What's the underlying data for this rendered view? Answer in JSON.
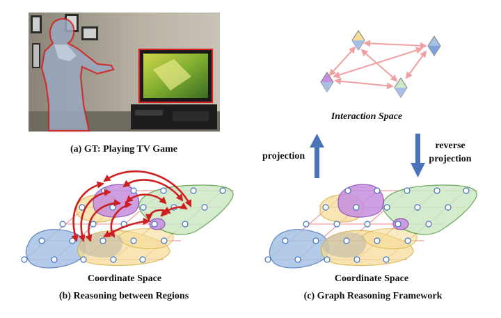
{
  "panel_a": {
    "caption": "(a) GT: Playing TV Game",
    "photo_icon": "person-playing-tv-game-photo"
  },
  "panel_b": {
    "caption": "(b) Reasoning between Regions",
    "space_label": "Coordinate Space"
  },
  "panel_c": {
    "caption": "(c) Graph Reasoning Framework",
    "space_label": "Coordinate Space",
    "interaction_label": "Interaction Space",
    "projection_label": "projection",
    "reverse_projection_line1": "reverse",
    "reverse_projection_line2": "projection"
  },
  "colors": {
    "outline_red": "#d42020",
    "arrow_blue": "#4a74b8",
    "arrow_red": "#cc1f1f",
    "edge_pink": "#f0a0a0",
    "node_blue": "#3f72c4",
    "region_blue": "#a7c1e6",
    "region_yellow": "#f6dd9a",
    "region_green": "#cde8c4",
    "region_purple": "#c78fe0"
  }
}
